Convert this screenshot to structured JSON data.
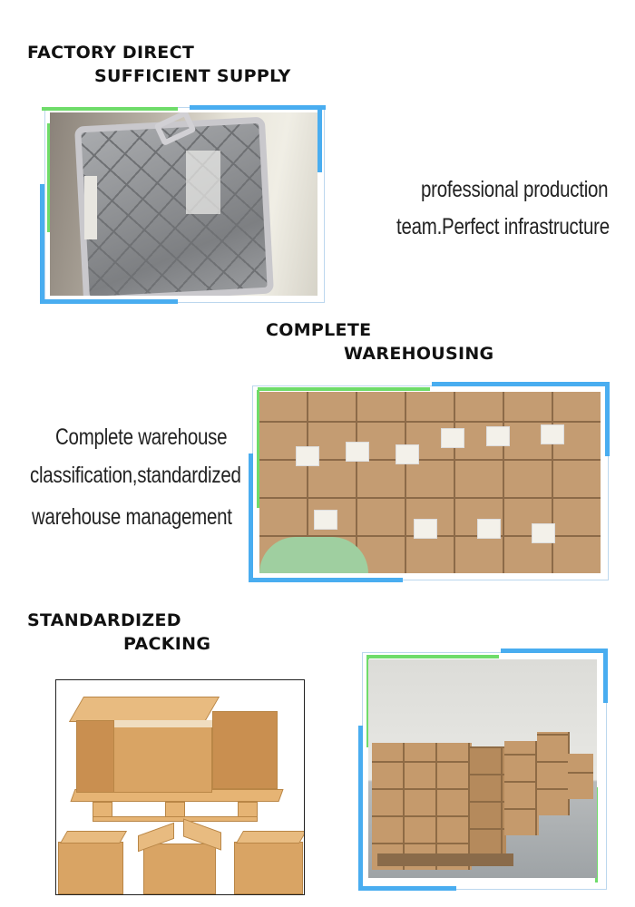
{
  "section1": {
    "heading_line1": "FACTORY DIRECT",
    "heading_line2": "SUFFICIENT SUPPLY",
    "text_line1": "professional production",
    "text_line2": "team.Perfect infrastructure"
  },
  "section2": {
    "heading_line1": "COMPLETE",
    "heading_line2": "WAREHOUSING",
    "text_line1": "Complete warehouse",
    "text_line2": "classification,standardized",
    "text_line3": "warehouse management"
  },
  "section3": {
    "heading_line1": "STANDARDIZED",
    "heading_line2": "PACKING"
  },
  "colors": {
    "frame_blue": "#49adf0",
    "frame_green": "#6fdc6a"
  }
}
